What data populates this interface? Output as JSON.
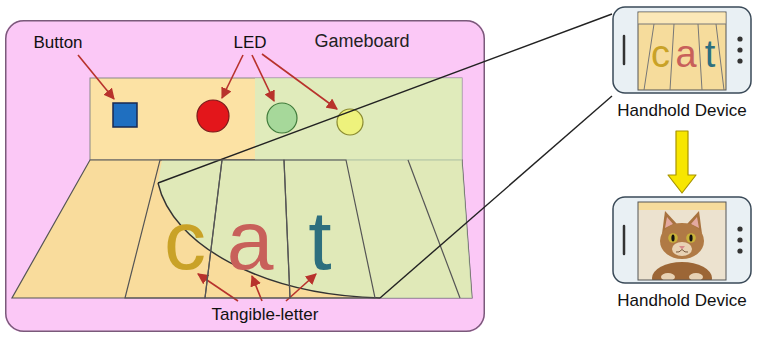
{
  "diagram": {
    "nodes": [
      {
        "text": [
          "Gameboard"
        ]
      },
      {
        "text": [
          "c"
        ],
        "in": 0
      },
      {
        "text": [
          "a"
        ],
        "in": 0
      },
      {
        "text": [
          "t"
        ],
        "in": 0
      },
      {
        "text": [
          "c",
          "a",
          "t",
          "Handhold Device"
        ]
      },
      {
        "text": [
          "Handhold Device"
        ]
      }
    ],
    "edges": [
      {
        "from": 4,
        "to": 5,
        "arrow": "to"
      }
    ],
    "labels": [
      "Button",
      "LED",
      "Tangible-letter"
    ]
  }
}
